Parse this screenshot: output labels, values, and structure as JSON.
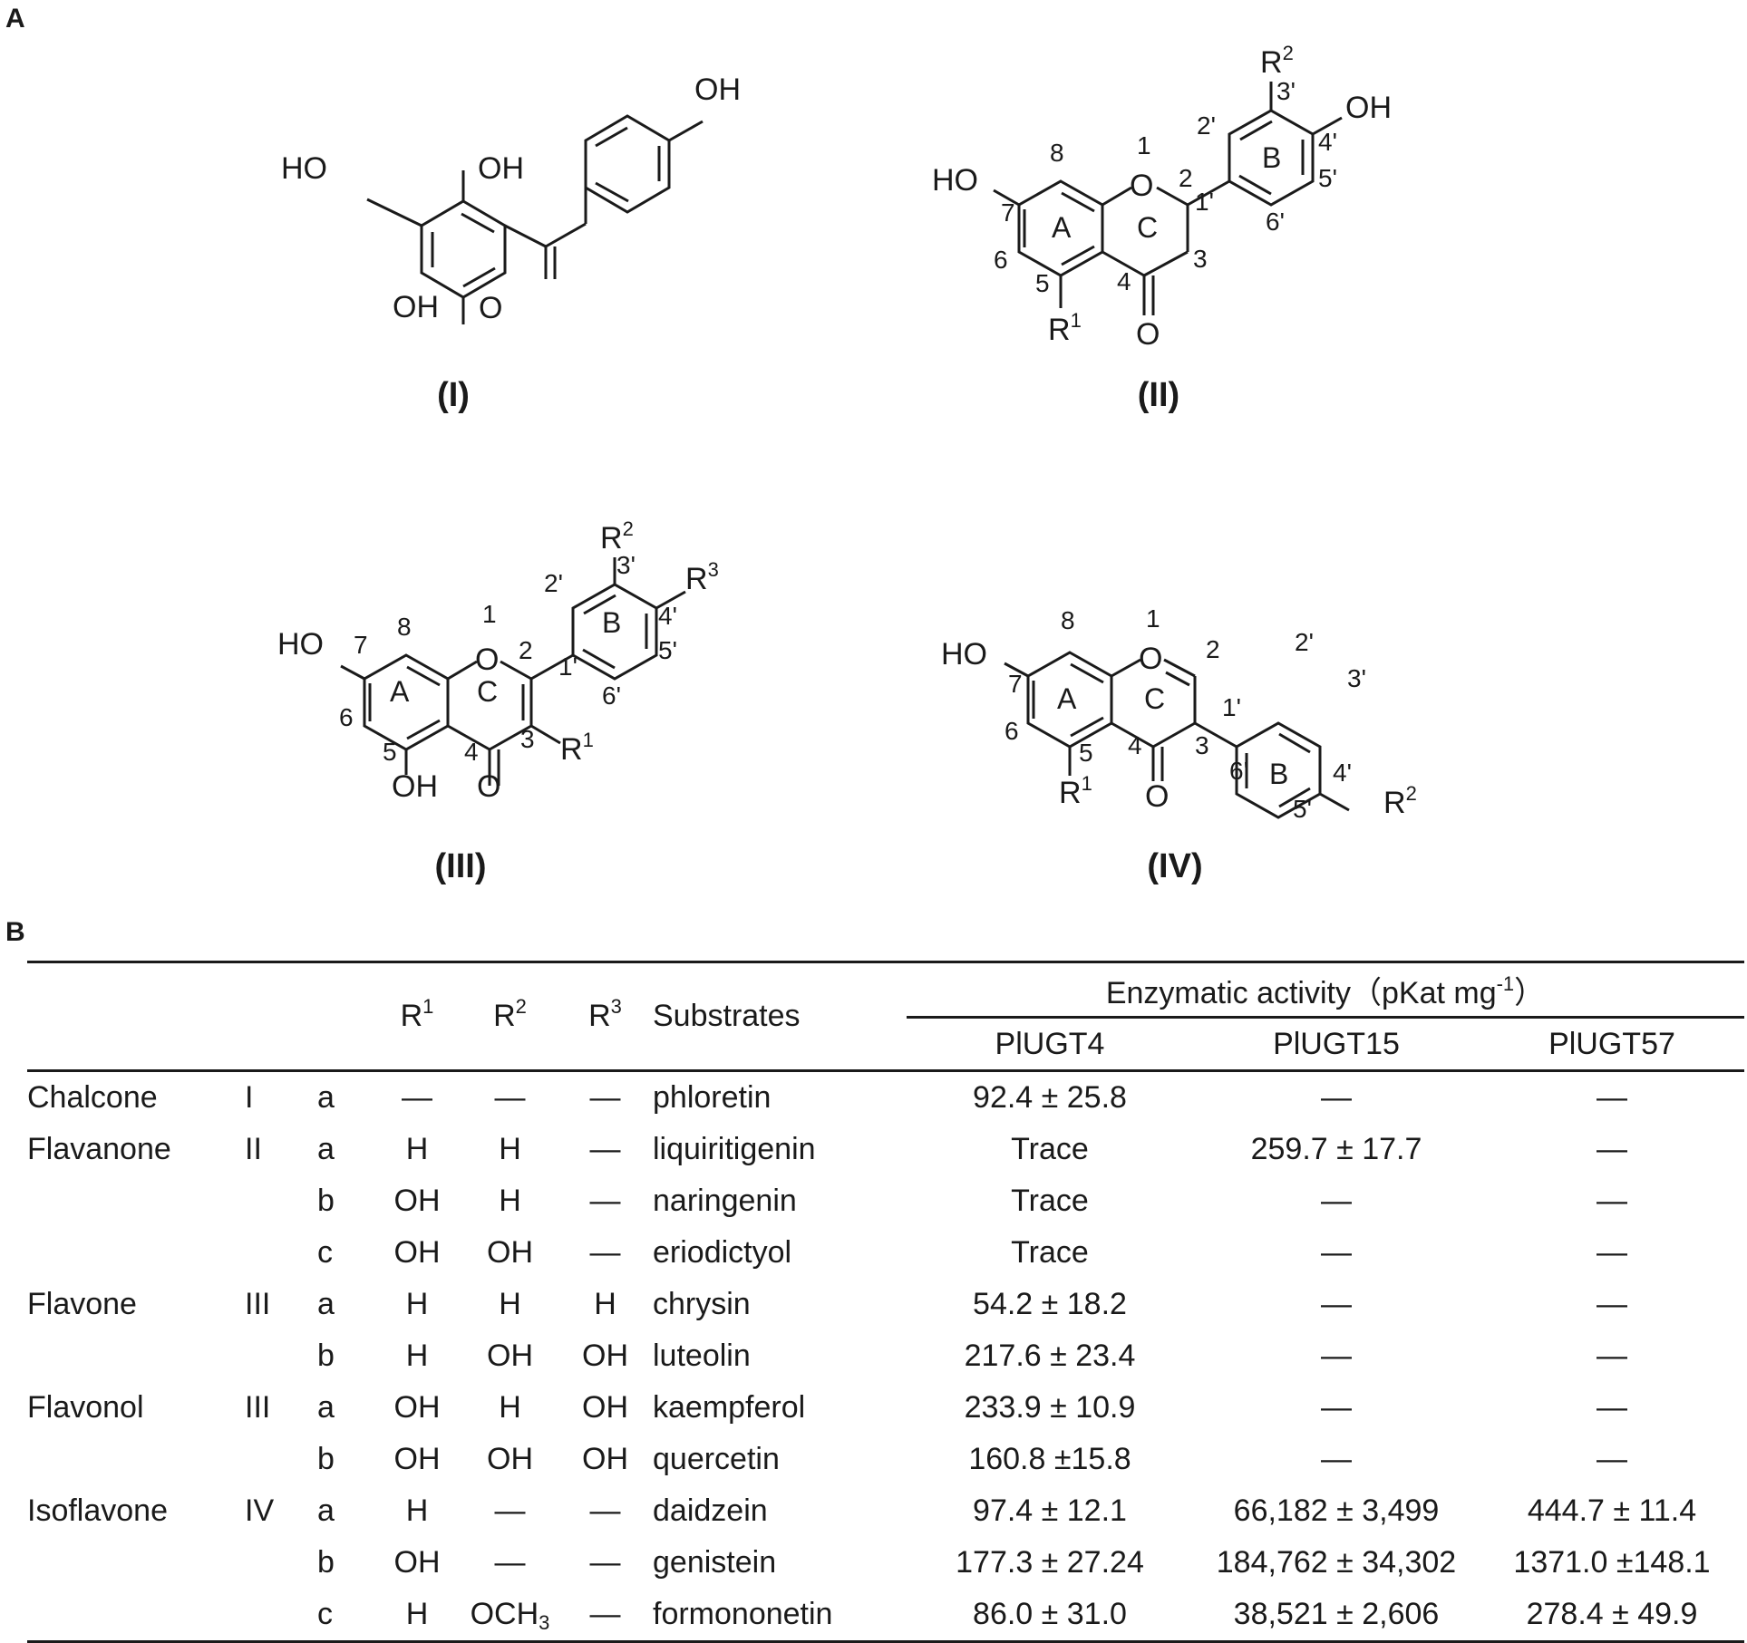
{
  "panels": {
    "a": "A",
    "b": "B"
  },
  "structures": [
    {
      "caption": "(I)",
      "labels": {
        "ho_left": "HO",
        "oh_top": "OH",
        "oh_bottom": "OH",
        "carbonyl_o": "O",
        "oh_para": "OH"
      }
    },
    {
      "caption": "(II)",
      "labels": {
        "ho": "HO",
        "o": "O",
        "carbonyl_o": "O",
        "oh": "OH",
        "r1": "R",
        "r1_sup": "1",
        "r2": "R",
        "r2_sup": "2",
        "ring_a": "A",
        "ring_b": "B",
        "ring_c": "C",
        "n1": "1",
        "n2": "2",
        "n3": "3",
        "n4": "4",
        "n5": "5",
        "n6": "6",
        "n7": "7",
        "n8": "8",
        "n1p": "1'",
        "n2p": "2'",
        "n3p": "3'",
        "n4p": "4'",
        "n5p": "5'",
        "n6p": "6'"
      }
    },
    {
      "caption": "(III)",
      "labels": {
        "ho": "HO",
        "o": "O",
        "carbonyl_o": "O",
        "oh": "OH",
        "r1": "R",
        "r1_sup": "1",
        "r2": "R",
        "r2_sup": "2",
        "r3": "R",
        "r3_sup": "3",
        "ring_a": "A",
        "ring_b": "B",
        "ring_c": "C",
        "n1": "1",
        "n2": "2",
        "n3": "3",
        "n4": "4",
        "n5": "5",
        "n6": "6",
        "n7": "7",
        "n8": "8",
        "n1p": "1'",
        "n2p": "2'",
        "n3p": "3'",
        "n4p": "4'",
        "n5p": "5'",
        "n6p": "6'"
      }
    },
    {
      "caption": "(IV)",
      "labels": {
        "ho": "HO",
        "o": "O",
        "carbonyl_o": "O",
        "r1": "R",
        "r1_sup": "1",
        "r2": "R",
        "r2_sup": "2",
        "ring_a": "A",
        "ring_b": "B",
        "ring_c": "C",
        "n1": "1",
        "n2": "2",
        "n3": "3",
        "n4": "4",
        "n5": "5",
        "n6": "6",
        "n7": "7",
        "n8": "8",
        "n1p": "1'",
        "n2p": "2'",
        "n3p": "3'",
        "n4p": "4'",
        "n5p": "5'",
        "n6p": "6'"
      }
    }
  ],
  "table": {
    "header": {
      "r1": "R",
      "r1_sup": "1",
      "r2": "R",
      "r2_sup": "2",
      "r3": "R",
      "r3_sup": "3",
      "substrates": "Substrates",
      "activity_prefix": "Enzymatic activity（pKat mg",
      "activity_sup": "-1",
      "activity_suffix": "）",
      "enzymes": [
        "PlUGT4",
        "PlUGT15",
        "PlUGT57"
      ]
    },
    "rows": [
      {
        "cls": "Chalcone",
        "type": "I",
        "sub": "a",
        "r1": "—",
        "r2": "—",
        "r3": "—",
        "substrate": "phloretin",
        "v1": "92.4 ± 25.8",
        "v2": "—",
        "v3": "—"
      },
      {
        "cls": "Flavanone",
        "type": "II",
        "sub": "a",
        "r1": "H",
        "r2": "H",
        "r3": "—",
        "substrate": "liquiritigenin",
        "v1": "Trace",
        "v2": "259.7 ± 17.7",
        "v3": "—"
      },
      {
        "cls": "",
        "type": "",
        "sub": "b",
        "r1": "OH",
        "r2": "H",
        "r3": "—",
        "substrate": "naringenin",
        "v1": "Trace",
        "v2": "—",
        "v3": "—"
      },
      {
        "cls": "",
        "type": "",
        "sub": "c",
        "r1": "OH",
        "r2": "OH",
        "r3": "—",
        "substrate": "eriodictyol",
        "v1": "Trace",
        "v2": "—",
        "v3": "—"
      },
      {
        "cls": "Flavone",
        "type": "III",
        "sub": "a",
        "r1": "H",
        "r2": "H",
        "r3": "H",
        "substrate": "chrysin",
        "v1": "54.2 ± 18.2",
        "v2": "—",
        "v3": "—"
      },
      {
        "cls": "",
        "type": "",
        "sub": "b",
        "r1": "H",
        "r2": "OH",
        "r3": "OH",
        "substrate": "luteolin",
        "v1": "217.6 ± 23.4",
        "v2": "—",
        "v3": "—"
      },
      {
        "cls": "Flavonol",
        "type": "III",
        "sub": "a",
        "r1": "OH",
        "r2": "H",
        "r3": "OH",
        "substrate": "kaempferol",
        "v1": "233.9 ± 10.9",
        "v2": "—",
        "v3": "—"
      },
      {
        "cls": "",
        "type": "",
        "sub": "b",
        "r1": "OH",
        "r2": "OH",
        "r3": "OH",
        "substrate": "quercetin",
        "v1": "160.8 ±15.8",
        "v2": "—",
        "v3": "—"
      },
      {
        "cls": "Isoflavone",
        "type": "IV",
        "sub": "a",
        "r1": "H",
        "r2": "—",
        "r3": "—",
        "substrate": "daidzein",
        "v1": "97.4 ± 12.1",
        "v2": "66,182 ± 3,499",
        "v3": "444.7 ± 11.4"
      },
      {
        "cls": "",
        "type": "",
        "sub": "b",
        "r1": "OH",
        "r2": "—",
        "r3": "—",
        "substrate": "genistein",
        "v1": "177.3 ± 27.24",
        "v2": "184,762 ± 34,302",
        "v3": "1371.0 ±148.1"
      },
      {
        "cls": "",
        "type": "",
        "sub": "c",
        "r1": "H",
        "r2": "OCH",
        "r2_sub": "3",
        "r3": "—",
        "substrate": "formononetin",
        "v1": "86.0 ± 31.0",
        "v2": "38,521 ± 2,606",
        "v3": "278.4 ± 49.9"
      }
    ]
  }
}
